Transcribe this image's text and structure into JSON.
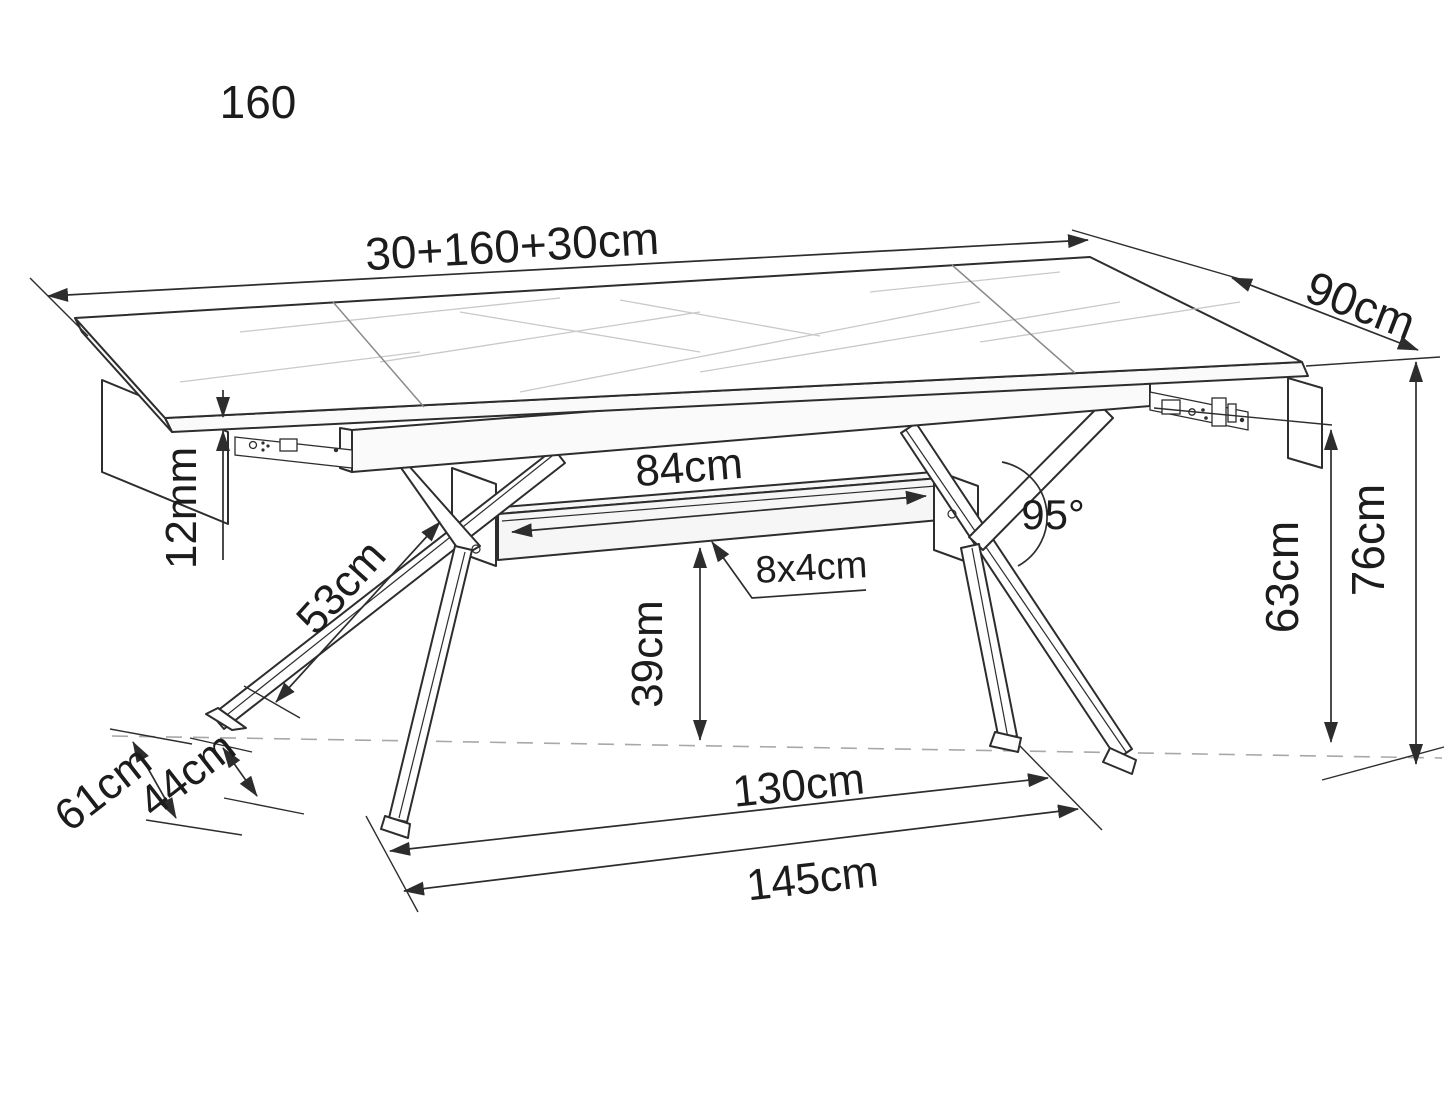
{
  "diagram": {
    "type": "furniture-technical-drawing",
    "subject": "extendable dining table with crossed spider legs",
    "theme": {
      "background": "#ffffff",
      "line": "#2d2d2d",
      "text": "#1c1c1c",
      "vein": "#c9c9c9",
      "seam": "#8a8a8a",
      "dashed": "#a8a8a8"
    },
    "labels": {
      "product_code": "160",
      "total_length": "30+160+30cm",
      "width": "90cm",
      "top_thickness": "12mm",
      "stretcher_length": "84cm",
      "stretcher_profile": "8x4cm",
      "leg_angle": "95°",
      "leg_length": "53cm",
      "stretcher_height": "39cm",
      "apron_clearance": "63cm",
      "table_height": "76cm",
      "base_depth": "61cm",
      "foot_spacing": "44cm",
      "inner_feet_span": "130cm",
      "outer_feet_span": "145cm"
    }
  }
}
